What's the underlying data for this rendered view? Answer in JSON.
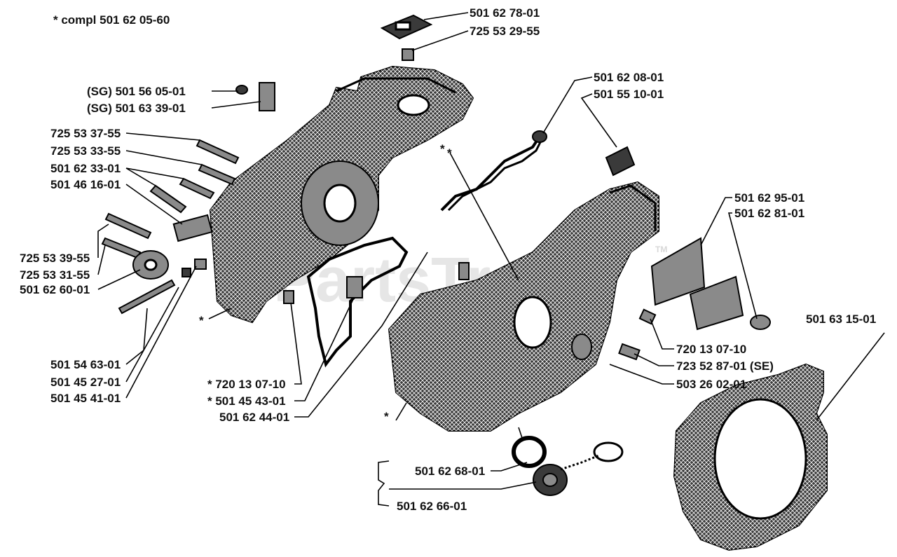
{
  "diagram": {
    "note": "*  compl 501 62 05-60",
    "watermark": "PartsTree",
    "watermark_mark": "TM",
    "parts": [
      {
        "id": "p1",
        "label": "501 62 78-01"
      },
      {
        "id": "p2",
        "label": "725 53 29-55"
      },
      {
        "id": "p3",
        "label": "(SG)  501 56 05-01"
      },
      {
        "id": "p4",
        "label": "(SG)  501 63 39-01"
      },
      {
        "id": "p5",
        "label": "725 53 37-55"
      },
      {
        "id": "p6",
        "label": "725 53 33-55"
      },
      {
        "id": "p7",
        "label": "501 62 33-01"
      },
      {
        "id": "p8",
        "label": "501 46 16-01"
      },
      {
        "id": "p9",
        "label": "725 53 39-55"
      },
      {
        "id": "p10",
        "label": "725 53 31-55"
      },
      {
        "id": "p11",
        "label": "501 62 60-01"
      },
      {
        "id": "p12",
        "label": "501 54 63-01"
      },
      {
        "id": "p13",
        "label": "501 45 27-01"
      },
      {
        "id": "p14",
        "label": "501 45 41-01"
      },
      {
        "id": "p15",
        "label": "*  720 13 07-10"
      },
      {
        "id": "p16",
        "label": "*  501 45 43-01"
      },
      {
        "id": "p17",
        "label": "501 62 44-01"
      },
      {
        "id": "p18",
        "label": "501 62 08-01"
      },
      {
        "id": "p19",
        "label": "501 55 10-01"
      },
      {
        "id": "p20",
        "label": "501 62 95-01"
      },
      {
        "id": "p21",
        "label": "501 62 81-01"
      },
      {
        "id": "p22",
        "label": "501 63 15-01"
      },
      {
        "id": "p23",
        "label": "720 13 07-10"
      },
      {
        "id": "p24",
        "label": "723 52 87-01   (SE)"
      },
      {
        "id": "p25",
        "label": "503 26 02-01"
      },
      {
        "id": "p26",
        "label": "501 62 68-01"
      },
      {
        "id": "p27",
        "label": "501 62 66-01"
      }
    ],
    "asterisks": [
      "*",
      "*",
      "*",
      "*",
      "*"
    ]
  }
}
